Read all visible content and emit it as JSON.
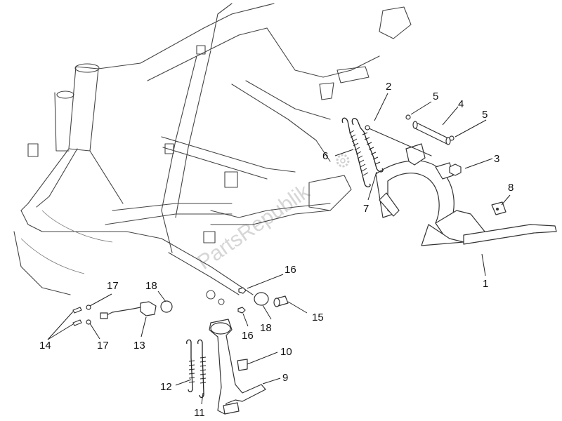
{
  "watermark": "PartsRepublik",
  "callouts": [
    {
      "id": "1",
      "text": "1"
    },
    {
      "id": "2",
      "text": "2"
    },
    {
      "id": "3",
      "text": "3"
    },
    {
      "id": "4",
      "text": "4"
    },
    {
      "id": "5a",
      "text": "5"
    },
    {
      "id": "5b",
      "text": "5"
    },
    {
      "id": "6",
      "text": "6"
    },
    {
      "id": "7",
      "text": "7"
    },
    {
      "id": "8",
      "text": "8"
    },
    {
      "id": "9",
      "text": "9"
    },
    {
      "id": "10",
      "text": "10"
    },
    {
      "id": "11",
      "text": "11"
    },
    {
      "id": "12",
      "text": "12"
    },
    {
      "id": "13",
      "text": "13"
    },
    {
      "id": "14",
      "text": "14"
    },
    {
      "id": "15",
      "text": "15"
    },
    {
      "id": "16a",
      "text": "16"
    },
    {
      "id": "16b",
      "text": "16"
    },
    {
      "id": "17a",
      "text": "17"
    },
    {
      "id": "17b",
      "text": "17"
    },
    {
      "id": "18a",
      "text": "18"
    },
    {
      "id": "18b",
      "text": "18"
    }
  ]
}
